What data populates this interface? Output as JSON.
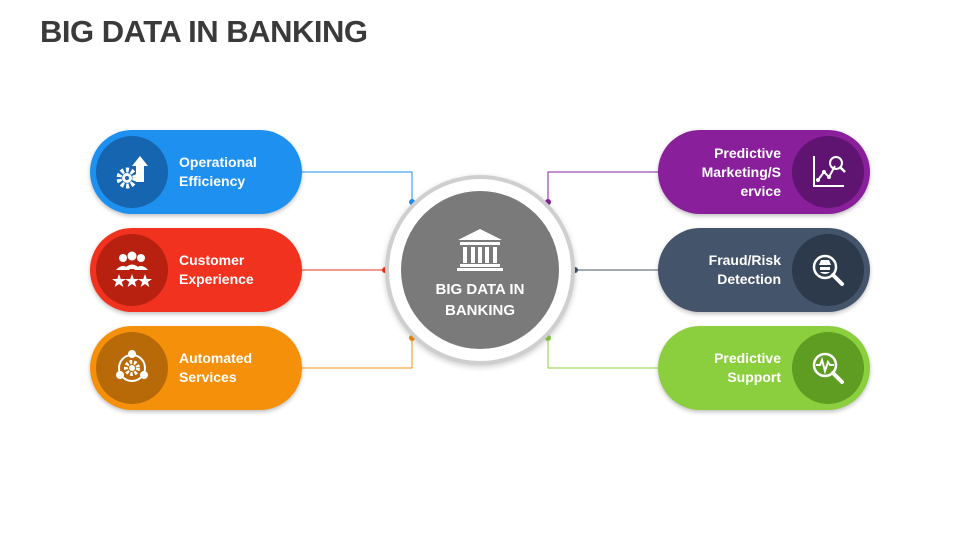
{
  "page": {
    "title": "BIG DATA IN BANKING"
  },
  "center": {
    "label_line1": "BIG DATA IN",
    "label_line2": "BANKING",
    "icon": "bank-icon",
    "outer_color": "#cfcfcf",
    "inner_color": "#7a7a7a"
  },
  "left_items": [
    {
      "line1": "Operational",
      "line2": "Efficiency",
      "icon": "gear-growth-icon",
      "color": "#1e90f0",
      "badge_color": "#1565b0"
    },
    {
      "line1": "Customer",
      "line2": "Experience",
      "icon": "customer-stars-icon",
      "color": "#f0321e",
      "badge_color": "#b82010"
    },
    {
      "line1": "Automated",
      "line2": "Services",
      "icon": "automation-cycle-icon",
      "color": "#f5900a",
      "badge_color": "#b86a08"
    }
  ],
  "right_items": [
    {
      "line1": "Predictive",
      "line2": "Marketing/S",
      "line3": "ervice",
      "icon": "analytics-chart-icon",
      "color": "#8a1f9c",
      "badge_color": "#5e1470"
    },
    {
      "line1": "Fraud/Risk",
      "line2": "Detection",
      "icon": "fraud-search-icon",
      "color": "#44546a",
      "badge_color": "#2c3a4c"
    },
    {
      "line1": "Predictive",
      "line2": "Support",
      "icon": "pulse-search-icon",
      "color": "#8ccf3e",
      "badge_color": "#5e9c22"
    }
  ]
}
